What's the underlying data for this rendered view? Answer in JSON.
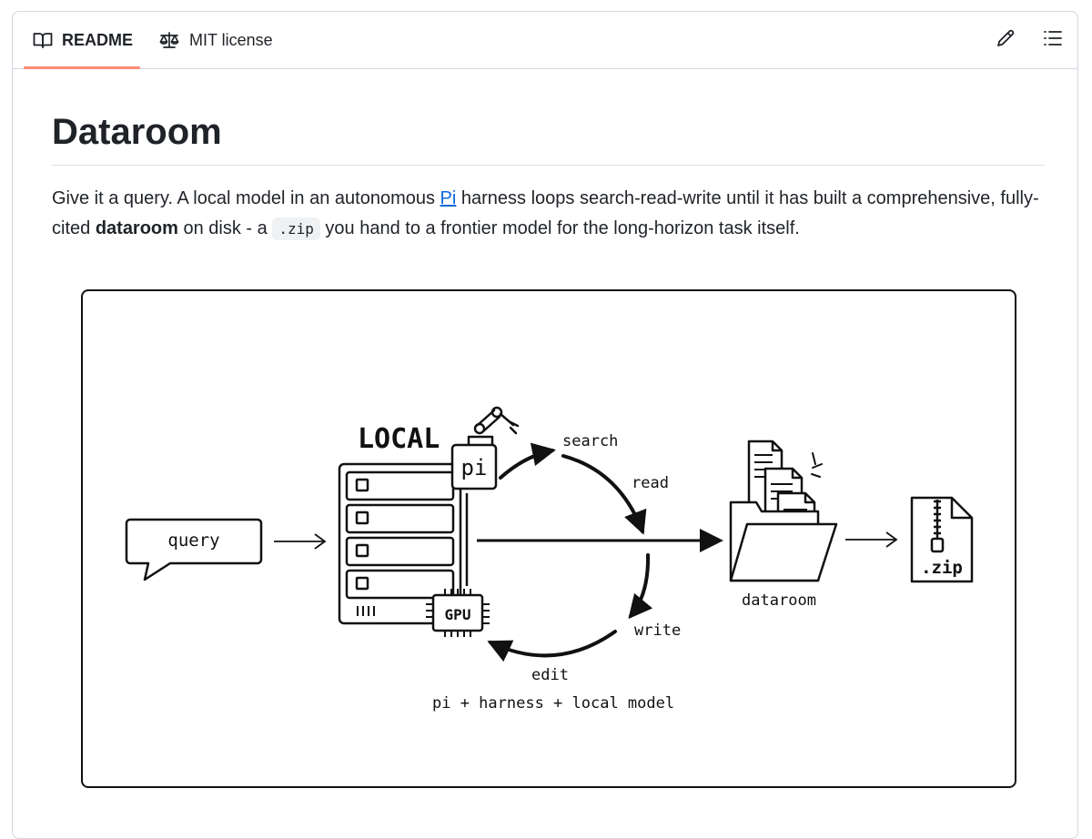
{
  "tabs": {
    "readme": "README",
    "license": "MIT license"
  },
  "readme": {
    "title": "Dataroom",
    "intro": {
      "p1": "Give it a query. A local model in an autonomous ",
      "link": "Pi",
      "p2": " harness loops search-read-write until it has built a comprehensive, fully-cited ",
      "bold": "dataroom",
      "p3": " on disk - a ",
      "code": ".zip",
      "p4": " you hand to a frontier model for the long-horizon task itself."
    }
  },
  "diagram": {
    "query": "query",
    "local": "LOCAL",
    "pi": "pi",
    "gpu": "GPU",
    "search": "search",
    "read": "read",
    "write": "write",
    "edit": "edit",
    "caption": "pi + harness + local model",
    "dataroom": "dataroom",
    "zip": ".zip"
  }
}
